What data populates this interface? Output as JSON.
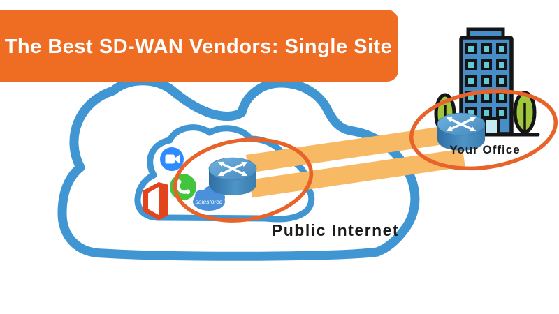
{
  "banner": {
    "title": "The Best SD-WAN Vendors: Single Site",
    "bg": "#EF6C23",
    "fg": "#FFFFFF"
  },
  "cloud": {
    "label": "Public Internet",
    "stroke": "#4095D3"
  },
  "office": {
    "label": "Your Office",
    "building_fill": "#478EC9",
    "outline": "#151515",
    "window_fill": "#63C9D4",
    "door_fill": "#C5EBF2",
    "tree_fill": "#9FC63C"
  },
  "tunnel": {
    "fill": "#F8B964"
  },
  "highlight": {
    "stroke": "#E7632A"
  },
  "router": {
    "top": "#5FA7D8",
    "body": "#3E82B5"
  },
  "apps": {
    "zoom": {
      "fill": "#2D8CFF"
    },
    "phone": {
      "fill": "#42C43C"
    },
    "office365": {
      "fill": "#E2441B"
    },
    "salesforce": {
      "fill": "#4A90DB",
      "label": "salesforce"
    }
  }
}
